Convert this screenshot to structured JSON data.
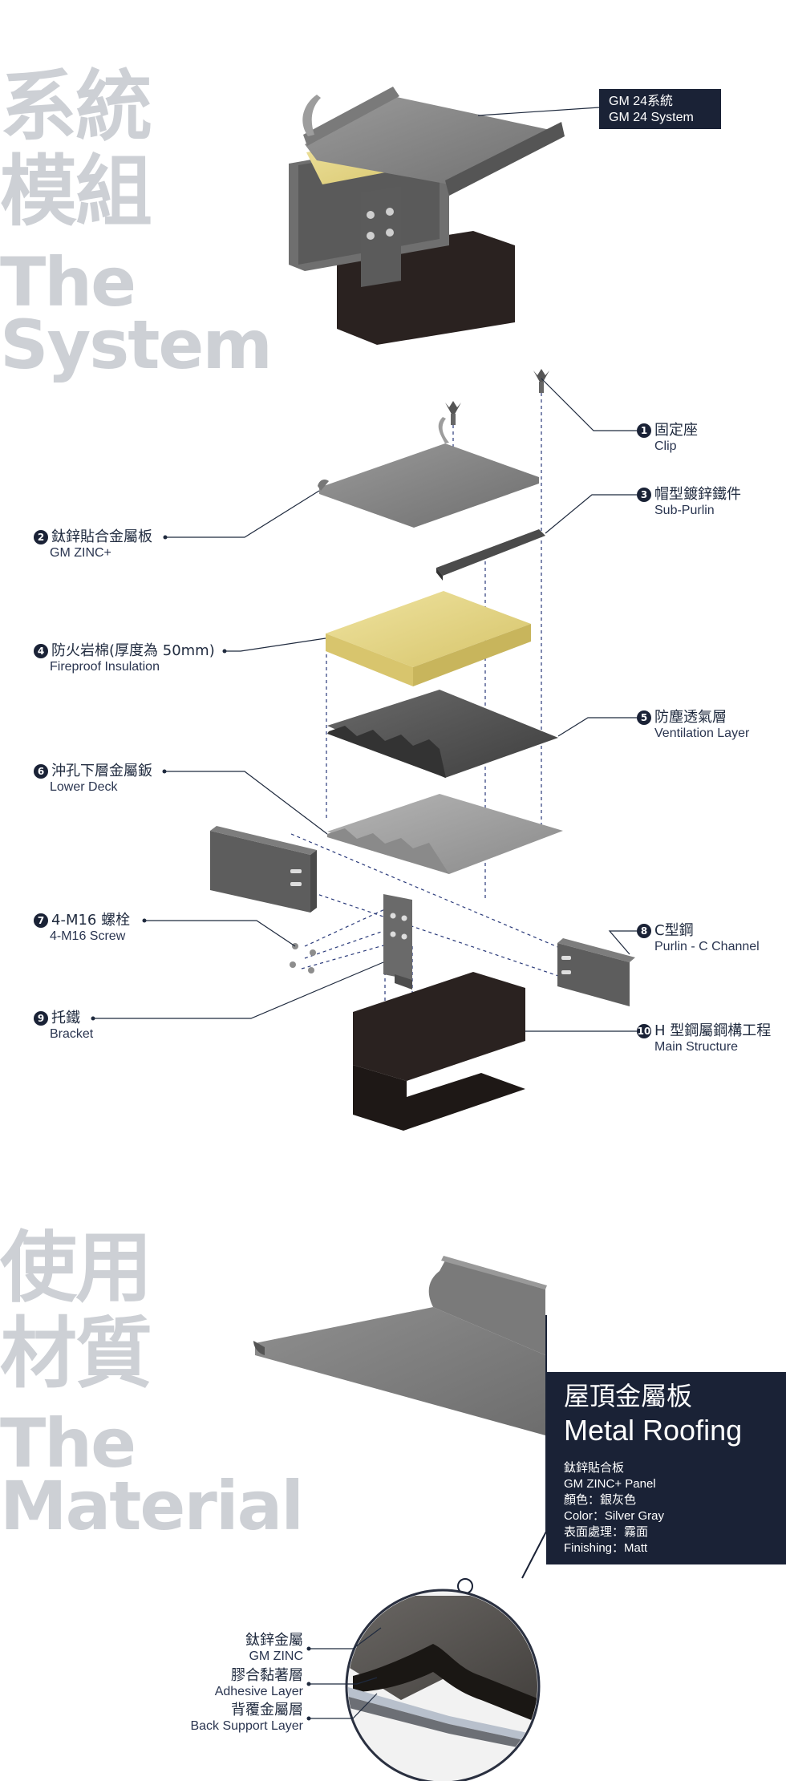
{
  "system": {
    "title_cn_1": "系統",
    "title_cn_2": "模組",
    "title_en_1": "The",
    "title_en_2": "System"
  },
  "gm_tag": {
    "line1": "GM 24系統",
    "line2": "GM 24 System"
  },
  "components": [
    {
      "num": "1",
      "cn": "固定座",
      "en": "Clip"
    },
    {
      "num": "2",
      "cn": "鈦鋅貼合金屬板",
      "en": "GM ZINC+"
    },
    {
      "num": "3",
      "cn": "帽型鍍鋅鐵件",
      "en": "Sub-Purlin"
    },
    {
      "num": "4",
      "cn": "防火岩棉(厚度為 50mm)",
      "en": "Fireproof Insulation"
    },
    {
      "num": "5",
      "cn": "防塵透氣層",
      "en": "Ventilation Layer"
    },
    {
      "num": "6",
      "cn": "沖孔下層金屬鈑",
      "en": "Lower Deck"
    },
    {
      "num": "7",
      "cn": "4-M16 螺栓",
      "en": "4-M16 Screw"
    },
    {
      "num": "8",
      "cn": "C型鋼",
      "en": "Purlin - C Channel"
    },
    {
      "num": "9",
      "cn": "托鐵",
      "en": "Bracket"
    },
    {
      "num": "10",
      "cn": "H 型鋼屬鋼構工程",
      "en": "Main Structure"
    }
  ],
  "material": {
    "title_cn_1": "使用",
    "title_cn_2": "材質",
    "title_en_1": "The",
    "title_en_2": "Material",
    "panel_title_cn": "屋頂金屬板",
    "panel_title_en": "Metal Roofing",
    "spec_lines": [
      "鈦鋅貼合板",
      "GM ZINC+ Panel",
      "顏色：銀灰色",
      "Color：Silver Gray",
      "表面處理：霧面",
      "Finishing：Matt"
    ],
    "layers": [
      {
        "cn": "鈦鋅金屬",
        "en": "GM ZINC"
      },
      {
        "cn": "膠合黏著層",
        "en": "Adhesive Layer"
      },
      {
        "cn": "背覆金屬層",
        "en": "Back Support Layer"
      }
    ]
  },
  "colors": {
    "navy": "#1a2236",
    "watermark": "#cdd0d5",
    "steel_dark": "#2a2220",
    "panel_gray": "#8c8c8c",
    "insulation": "#e6d98a"
  }
}
